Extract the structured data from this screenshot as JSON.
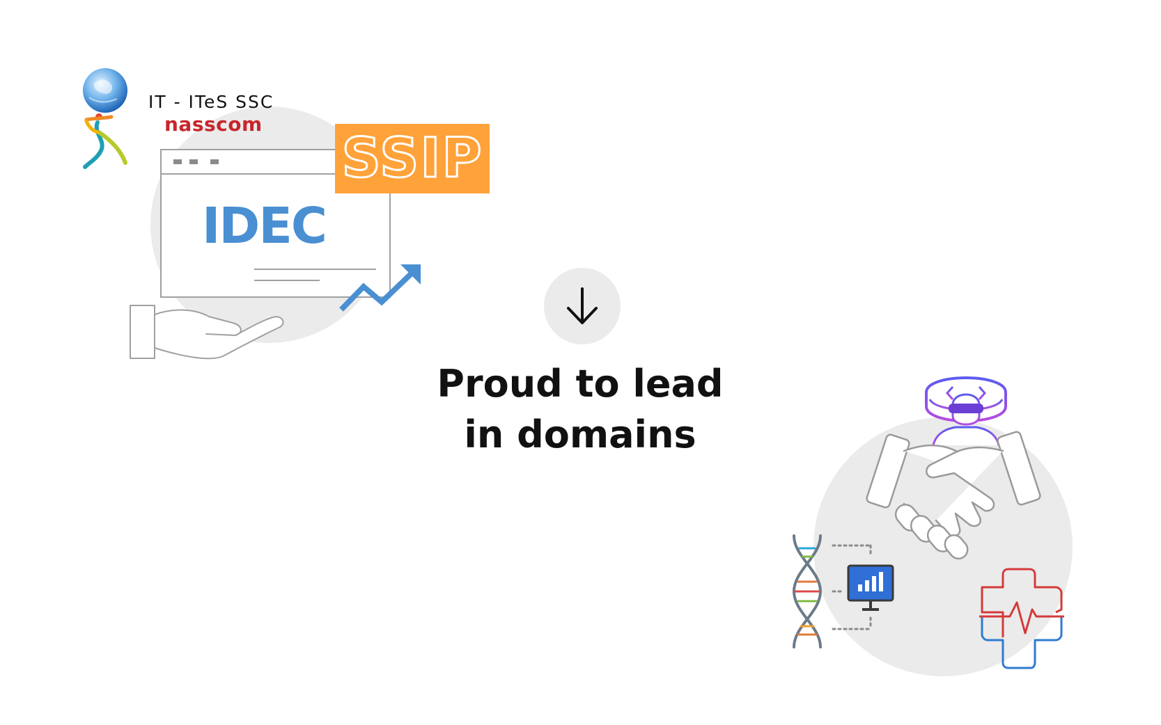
{
  "logo": {
    "title": "IT - ITeS SSC",
    "brand": "nasscom"
  },
  "badges": {
    "idec": "IDEC",
    "ssip": "SSIP"
  },
  "headline": {
    "line1": "Proud to lead",
    "line2": "in domains"
  },
  "colors": {
    "background": "#ffffff",
    "circle": "#ebebeb",
    "idec_blue": "#4a8fd2",
    "ssip_orange": "#ffa23a",
    "nasscom_red": "#c8262b",
    "text": "#111111",
    "outline_gray": "#a0a0a0"
  },
  "icons": [
    "globe-person-logo-icon",
    "browser-window-icon",
    "open-hand-icon",
    "trend-up-arrow-icon",
    "down-arrow-icon",
    "vr-headset-person-icon",
    "handshake-icon",
    "dna-helix-icon",
    "monitor-bar-chart-icon",
    "medical-cross-heartbeat-icon"
  ]
}
